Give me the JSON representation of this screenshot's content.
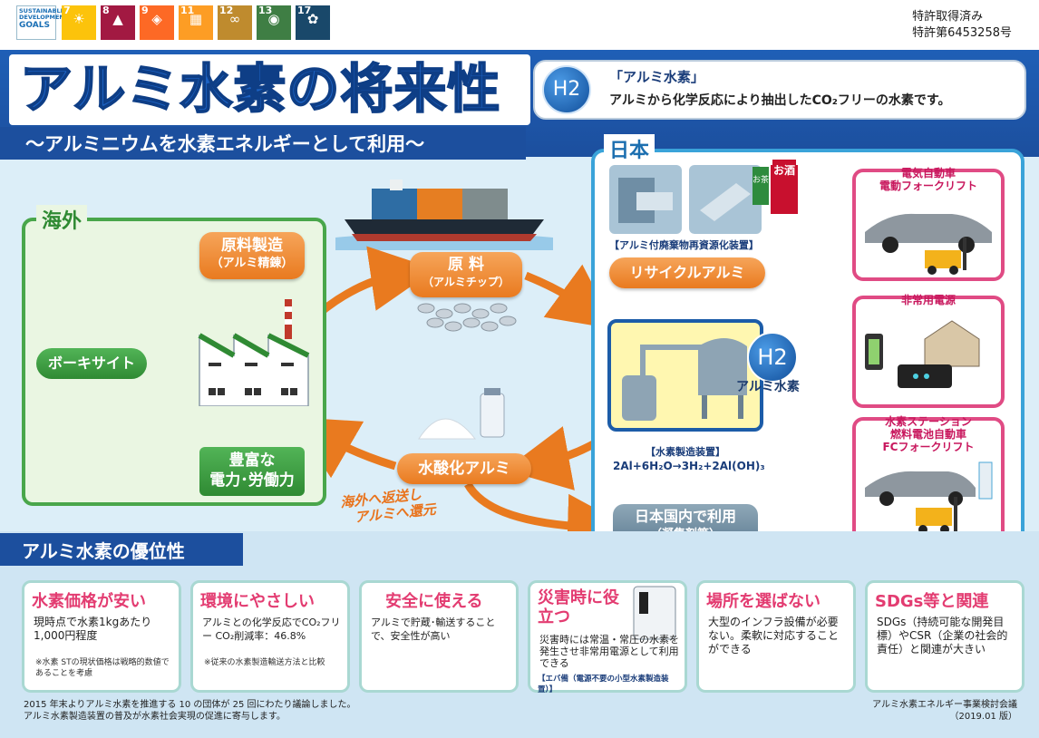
{
  "sdgs": {
    "logo_text": [
      "SUSTAINABLE",
      "DEVELOPMENT",
      "GOALS"
    ],
    "goals": [
      {
        "num": "7",
        "color": "#fcc30b",
        "icon": "sun-icon"
      },
      {
        "num": "8",
        "color": "#a21942",
        "icon": "growth-chart-icon"
      },
      {
        "num": "9",
        "color": "#fd6925",
        "icon": "cubes-icon"
      },
      {
        "num": "11",
        "color": "#fd9d24",
        "icon": "city-icon"
      },
      {
        "num": "12",
        "color": "#bf8b2e",
        "icon": "infinity-icon"
      },
      {
        "num": "13",
        "color": "#3f7e44",
        "icon": "eye-globe-icon"
      },
      {
        "num": "17",
        "color": "#19486a",
        "icon": "partnership-flower-icon"
      }
    ]
  },
  "patent": {
    "line1": "特許取得済み",
    "line2": "特許第6453258号"
  },
  "header": {
    "title": "アルミ水素の将来性",
    "subtitle": "〜アルミニウムを水素エネルギーとして利用〜"
  },
  "definition": {
    "badge": "H2",
    "title": "「アルミ水素」",
    "text": "アルミから化学反応により抽出したCO₂フリーの水素です。"
  },
  "overseas": {
    "label": "海外",
    "raw_manufacturing": "原料製造",
    "raw_manufacturing_sub": "（アルミ精錬）",
    "bauxite": "ボーキサイト",
    "resources_line1": "豊富な",
    "resources_line2": "電力･労働力"
  },
  "flow": {
    "raw_material": "原 料",
    "raw_material_sub": "（アルミチップ）",
    "hydroxide": "水酸化アルミ",
    "return_line1": "海外へ返送し",
    "return_line2": "アルミへ還元"
  },
  "japan": {
    "label": "日本",
    "recycle_caption": "【アルミ付廃棄物再資源化装置】",
    "carton_sake": "お酒",
    "carton_tea": "お茶",
    "recycle_aluminum": "リサイクルアルミ",
    "h2": "H2",
    "aluminum_hydrogen": "アルミ水素",
    "device_caption": "【水素製造装置】",
    "equation": "2Al+6H₂O→3H₂+2Al(OH)₃",
    "domestic": "日本国内で利用",
    "domestic_sub": "（凝集剤等）",
    "uses": [
      {
        "title_line1": "電気自動車",
        "title_line2": "電動フォークリフト",
        "title_line3": ""
      },
      {
        "title_line1": "非常用電源",
        "title_line2": "",
        "title_line3": ""
      },
      {
        "title_line1": "水素ステーション",
        "title_line2": "燃料電池自動車",
        "title_line3": "FCフォークリフト"
      }
    ]
  },
  "merits": {
    "heading": "アルミ水素の優位性",
    "cards": [
      {
        "title": "水素価格が安い",
        "body": "現時点で水素1kgあたり1,000円程度",
        "note": "※水素 STの現状価格は戦略的数値であることを考慮"
      },
      {
        "title": "環境にやさしい",
        "body": "アルミとの化学反応でCO₂フリー CO₂削減率：46.8%",
        "note": "※従来の水素製造輸送方法と比較"
      },
      {
        "title": "安全に使える",
        "body": "アルミで貯蔵･輸送することで、安全性が高い",
        "note": ""
      },
      {
        "title": "災害時に役立つ",
        "body": "災害時には常温・常圧の水素を発生させ非常用電源として利用できる",
        "note": "【エバ備（電源不要の小型水素製造装置）】"
      },
      {
        "title": "場所を選ばない",
        "body": "大型のインフラ設備が必要ない。柔軟に対応することができる",
        "note": ""
      },
      {
        "title": "SDGs等と関連",
        "body": "SDGs（持続可能な開発目標）やCSR（企業の社会的責任）と関連が大きい",
        "note": ""
      }
    ]
  },
  "footer": {
    "left_line1": "2015 年末よりアルミ水素を推進する 10 の団体が 25 回にわたり議論しました。",
    "left_line2": "アルミ水素製造装置の普及が水素社会実現の促進に寄与します。",
    "right_line1": "アルミ水素エネルギー事業検討会議",
    "right_line2": "（2019.01 版）"
  },
  "colors": {
    "accent_blue": "#1c4f9e",
    "orange": "#e97a1f",
    "green": "#49a64b",
    "pink": "#e33c71"
  }
}
